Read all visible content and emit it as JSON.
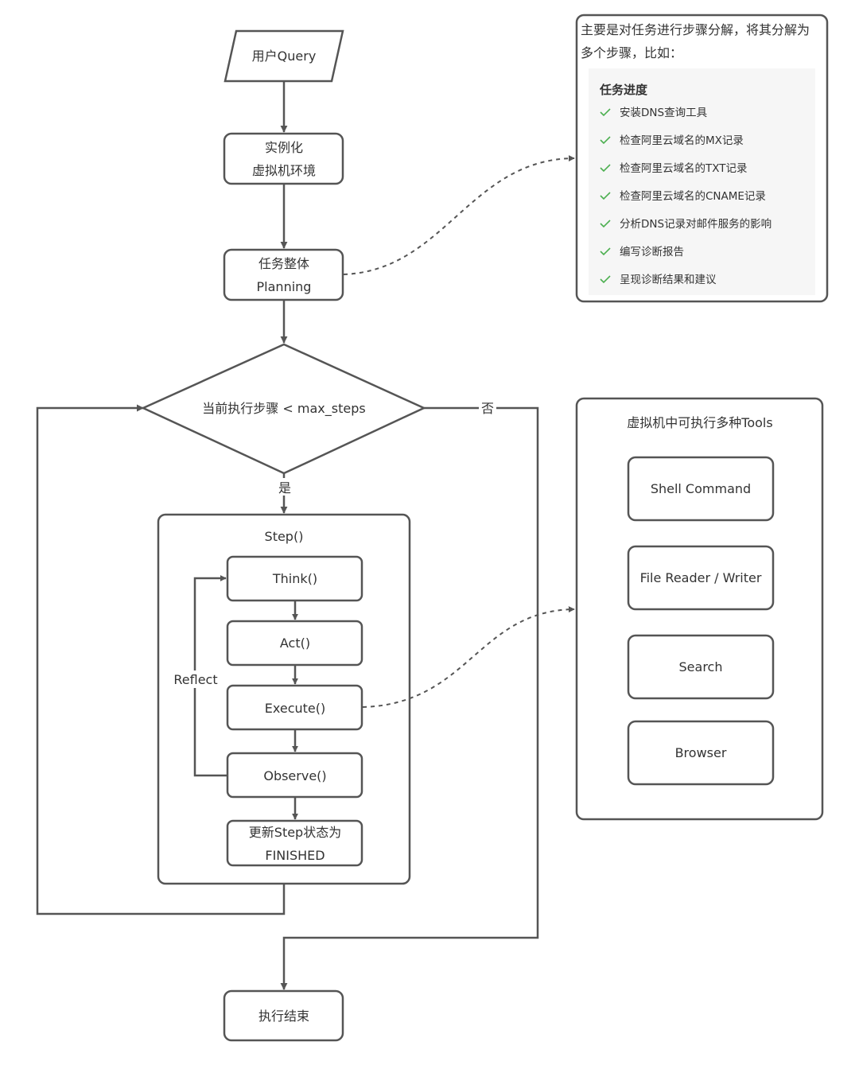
{
  "flow": {
    "user_query": "用户Query",
    "instantiate_line1": "实例化",
    "instantiate_line2": "虚拟机环境",
    "planning_line1": "任务整体",
    "planning_line2": "Planning",
    "condition": "当前执行步骤 < max_steps",
    "yes_label": "是",
    "no_label": "否",
    "end": "执行结束"
  },
  "step": {
    "title": "Step()",
    "think": "Think()",
    "act": "Act()",
    "execute": "Execute()",
    "observe": "Observe()",
    "update_line1": "更新Step状态为",
    "update_line2": "FINISHED",
    "reflect": "Reflect"
  },
  "plan_note": {
    "desc_line1": "主要是对任务进行步骤分解，将其分解为",
    "desc_line2": "多个步骤，比如：",
    "progress_title": "任务进度",
    "tasks": [
      "安装DNS查询工具",
      "检查阿里云域名的MX记录",
      "检查阿里云域名的TXT记录",
      "检查阿里云域名的CNAME记录",
      "分析DNS记录对邮件服务的影响",
      "编写诊断报告",
      "呈现诊断结果和建议"
    ],
    "check_icon": "check-icon",
    "check_color": "#4caf50"
  },
  "tools_panel": {
    "title": "虚拟机中可执行多种Tools",
    "tools": [
      "Shell Command",
      "File Reader / Writer",
      "Search",
      "Browser"
    ]
  }
}
